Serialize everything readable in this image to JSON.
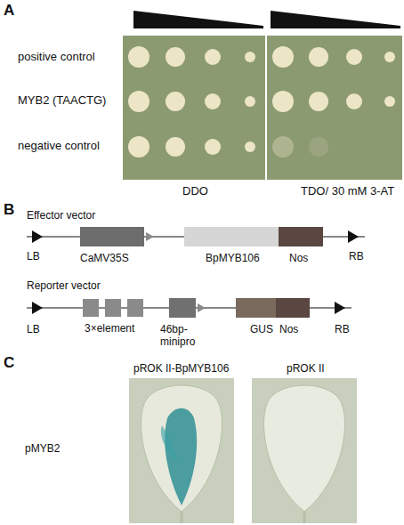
{
  "diagram": {
    "nodes": [
      {
        "text": [
          "CaMV35S"
        ]
      },
      {
        "text": [
          "BpMYB106"
        ]
      },
      {
        "text": [
          "Nos"
        ]
      },
      {
        "text": [
          "3×element"
        ]
      },
      {
        "text": [
          "46bp-minipro"
        ]
      },
      {
        "text": [
          "GUS"
        ]
      },
      {
        "text": [
          "Nos"
        ]
      }
    ],
    "labels": [
      "A",
      "positive control",
      "MYB2 (TAACTG)",
      "negative control",
      "DDO",
      "TDO/ 30 mM 3-AT",
      "B",
      "Effector vector",
      "LB",
      "RB",
      "Reporter vector",
      "LB",
      "RB",
      "C",
      "pROK II-BpMYB106",
      "pROK II",
      "pMYB2"
    ]
  }
}
